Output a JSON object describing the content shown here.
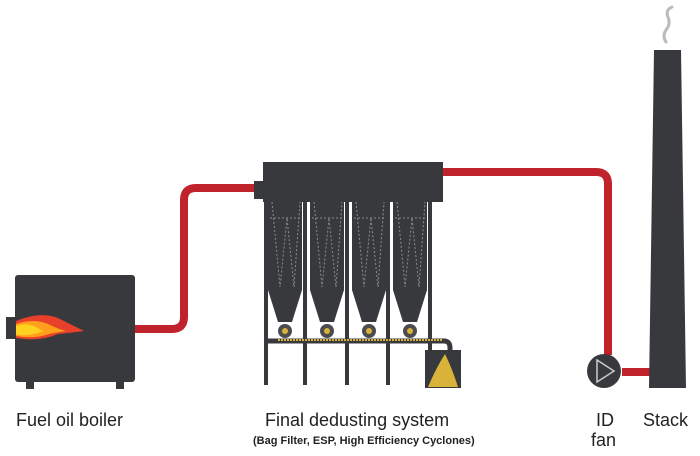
{
  "labels": {
    "boiler": "Fuel oil boiler",
    "dedusting": "Final dedusting system",
    "dedusting_sub": "(Bag Filter, ESP, High Efficiency Cyclones)",
    "fan_line1": "ID",
    "fan_line2": "fan",
    "stack": "Stack"
  },
  "colors": {
    "equipment": "#37393c",
    "pipe": "#c0232c",
    "dust": "#d9b23a",
    "smoke": "#b8bcbf",
    "flame_outer": "#e8402a",
    "flame_inner": "#ffd21f"
  }
}
